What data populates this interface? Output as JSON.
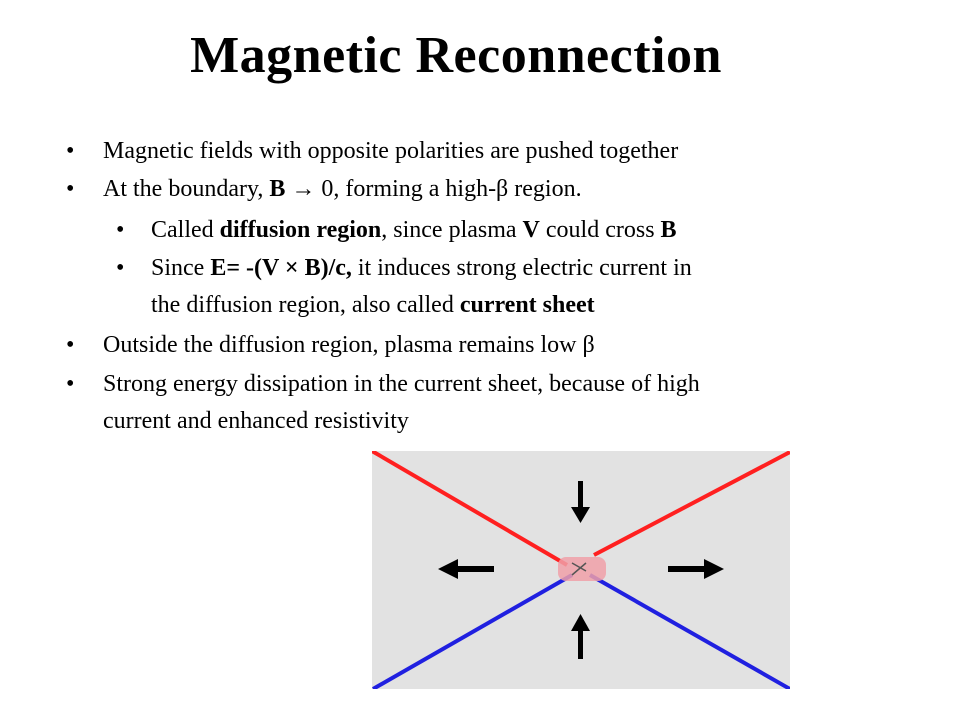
{
  "slide": {
    "title": "Magnetic Reconnection",
    "bullets": [
      {
        "parts": [
          "Magnetic fields with opposite polarities are pushed together"
        ]
      },
      {
        "parts": [
          "At the boundary, ",
          "B",
          " → 0, forming a high-β region."
        ]
      },
      {
        "parts": [
          "Called ",
          "diffusion region",
          ", since plasma ",
          "V",
          " could cross ",
          "B"
        ]
      },
      {
        "parts": [
          "Since ",
          "E= -(V × B)/c,",
          "  it induces strong electric current in"
        ]
      },
      {
        "parts": [
          "the diffusion region, also called ",
          "current sheet"
        ]
      },
      {
        "parts": [
          "Outside the diffusion region, plasma remains low β"
        ]
      },
      {
        "parts": [
          "Strong energy dissipation in the current sheet, because of high"
        ]
      },
      {
        "parts": [
          "current and enhanced resistivity"
        ]
      }
    ],
    "bullet_glyph": "•"
  },
  "figure": {
    "colors": {
      "upper_field": "#ff2020",
      "lower_field": "#2020e0",
      "background": "#e2e2e2",
      "arrows": "#000000",
      "diffusion_region": "#f0a0a8"
    }
  }
}
